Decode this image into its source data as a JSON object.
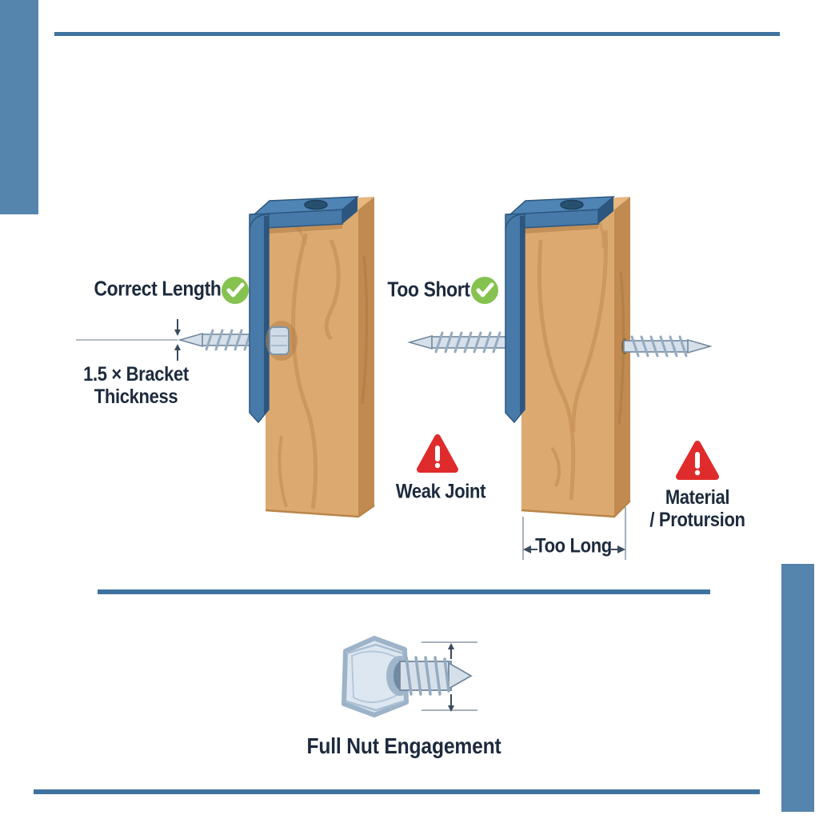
{
  "colors": {
    "frame_blue": "#5584ad",
    "rule_blue": "#3f739f",
    "text_navy": "#1c2a3d",
    "check_green": "#85c24f",
    "warning_red": "#df2b2b",
    "bracket_blue": "#477aa8",
    "wood_tan": "#dcaa70",
    "wood_side": "#c08a50",
    "screw_gray": "#d6e0ea"
  },
  "diagram": {
    "correct": {
      "label": "Correct Length",
      "status_icon": "check-circle",
      "dimension_note_line1": "1.5 × Bracket",
      "dimension_note_line2": "Thickness"
    },
    "too_short": {
      "label": "Too Short",
      "status_icon": "check-circle",
      "warning_icon": "warning-triangle",
      "warning_label": "Weak Joint"
    },
    "too_long": {
      "label": "Too Long",
      "warning_icon": "warning-triangle",
      "warning_label_line1": "Material",
      "warning_label_line2": "/ Protursion"
    },
    "nut_detail": {
      "label": "Full Nut Engagement"
    }
  }
}
